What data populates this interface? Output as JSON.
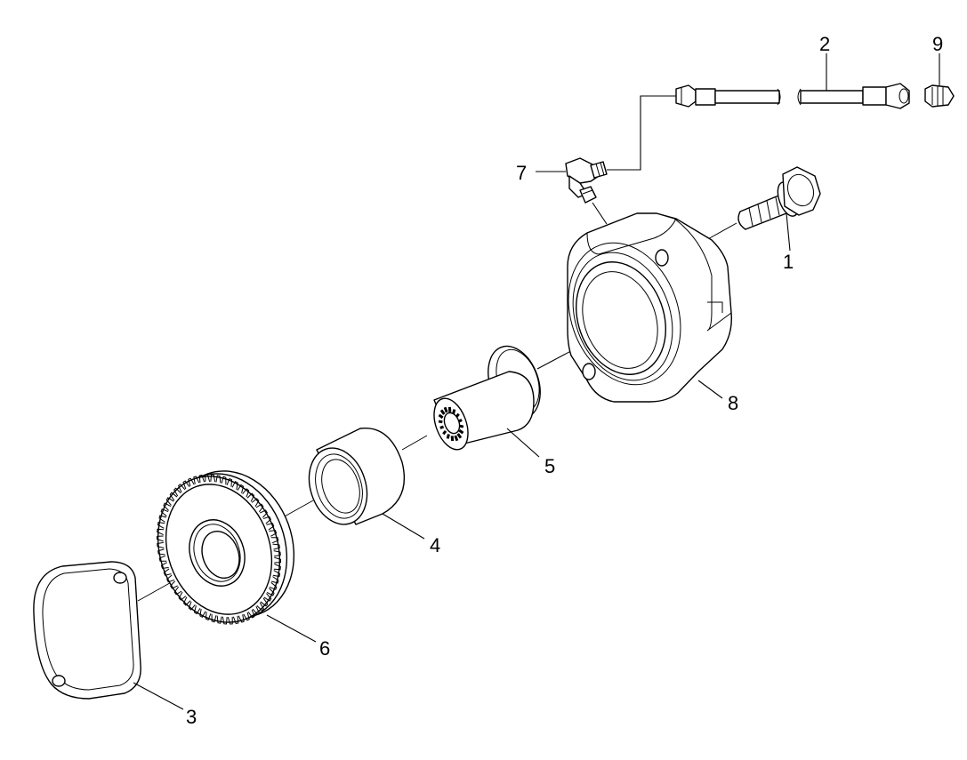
{
  "callouts": [
    {
      "id": "1",
      "label": "1"
    },
    {
      "id": "2",
      "label": "2"
    },
    {
      "id": "3",
      "label": "3"
    },
    {
      "id": "4",
      "label": "4"
    },
    {
      "id": "5",
      "label": "5"
    },
    {
      "id": "6",
      "label": "6"
    },
    {
      "id": "7",
      "label": "7"
    },
    {
      "id": "8",
      "label": "8"
    },
    {
      "id": "9",
      "label": "9"
    }
  ],
  "line_color": "#000000",
  "background_color": "#ffffff"
}
